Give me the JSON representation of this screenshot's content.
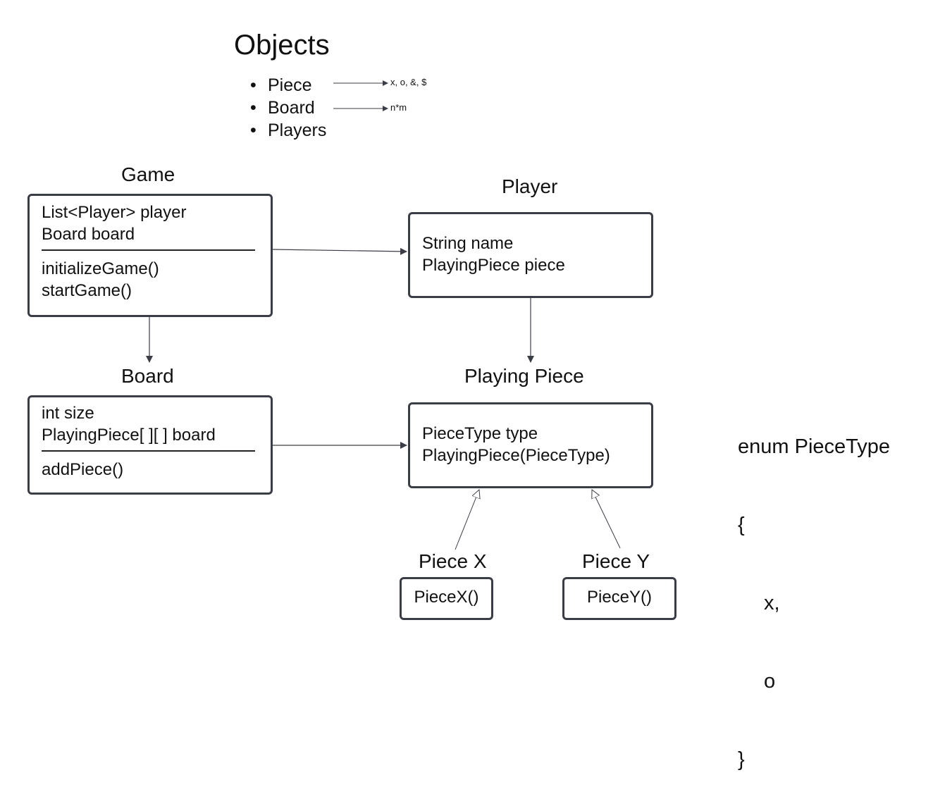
{
  "objects": {
    "heading": "Objects",
    "items": [
      "Piece",
      "Board",
      "Players"
    ],
    "piece_note": "x, o, &, $",
    "board_note": "n*m"
  },
  "game": {
    "title": "Game",
    "fields": [
      "List<Player> player",
      "Board board"
    ],
    "methods": [
      "initializeGame()",
      "startGame()"
    ]
  },
  "player": {
    "title": "Player",
    "fields": [
      "String name",
      "PlayingPiece piece"
    ]
  },
  "board": {
    "title": "Board",
    "fields": [
      "int size",
      "PlayingPiece[ ][ ] board"
    ],
    "methods": [
      "addPiece()"
    ]
  },
  "playing_piece": {
    "title": "Playing Piece",
    "fields": [
      "PieceType type",
      "PlayingPiece(PieceType)"
    ]
  },
  "piece_x": {
    "title": "Piece X",
    "body": "PieceX()"
  },
  "piece_y": {
    "title": "Piece Y",
    "body": "PieceY()"
  },
  "enum": {
    "header": "enum PieceType",
    "open": "{",
    "values": [
      "x,",
      "o"
    ],
    "close": "}"
  },
  "colors": {
    "border": "#3a3d45",
    "arrow": "#3a3d45",
    "text": "#111111"
  }
}
